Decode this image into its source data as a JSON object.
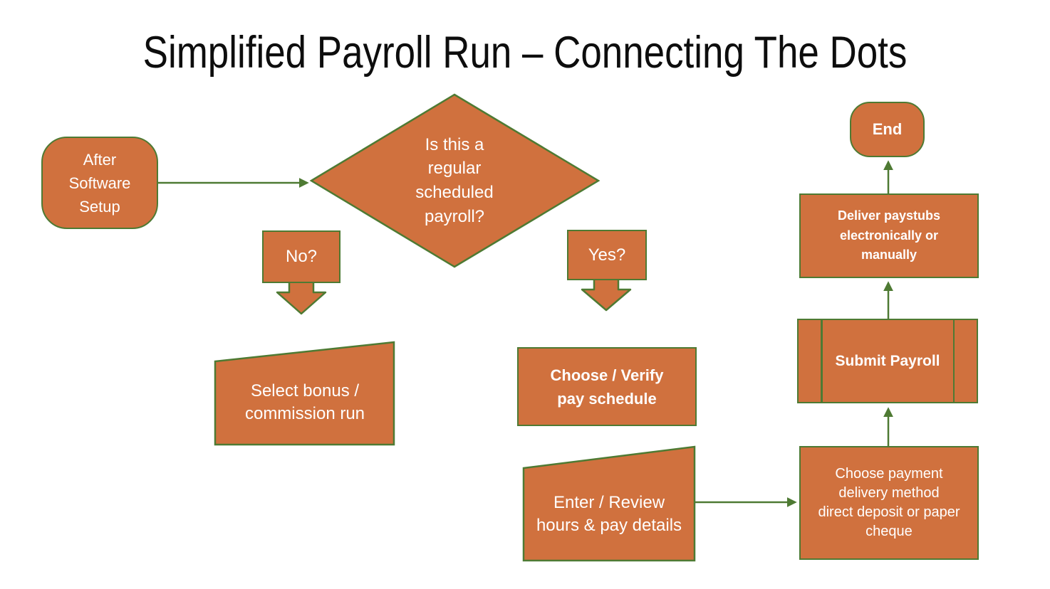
{
  "title": "Simplified Payroll Run – Connecting The Dots",
  "colors": {
    "shape_fill": "#D0713E",
    "shape_border": "#4E7A33",
    "connector": "#4E7A33",
    "node_text": "#FFFFFF",
    "title_text": "#0D0D0D",
    "background": "#FFFFFF"
  },
  "nodes": {
    "start": {
      "type": "terminator",
      "label": "After\nSoftware\nSetup"
    },
    "decision": {
      "type": "decision",
      "label": "Is this a\nregular\nscheduled\npayroll?"
    },
    "no_branch": {
      "type": "callout-down-arrow",
      "label": "No?"
    },
    "yes_branch": {
      "type": "callout-down-arrow",
      "label": "Yes?"
    },
    "select_bonus": {
      "type": "card",
      "label": "Select bonus /\ncommission run"
    },
    "choose_verify": {
      "type": "process",
      "label": "Choose / Verify\npay schedule"
    },
    "enter_review": {
      "type": "card",
      "label": "Enter / Review\nhours & pay details"
    },
    "choose_payment": {
      "type": "process",
      "label": "Choose payment\ndelivery method\ndirect deposit or paper\ncheque"
    },
    "submit_payroll": {
      "type": "predefined-process",
      "label": "Submit Payroll"
    },
    "deliver_paystubs": {
      "type": "process",
      "label": "Deliver paystubs\nelectronically or\nmanually"
    },
    "end": {
      "type": "terminator",
      "label": "End"
    }
  },
  "edges": [
    {
      "from": "start",
      "to": "decision"
    },
    {
      "from": "decision",
      "via": "no_branch",
      "to": "select_bonus"
    },
    {
      "from": "decision",
      "via": "yes_branch",
      "to": "choose_verify"
    },
    {
      "from": "enter_review",
      "to": "choose_payment"
    },
    {
      "from": "choose_payment",
      "to": "submit_payroll"
    },
    {
      "from": "submit_payroll",
      "to": "deliver_paystubs"
    },
    {
      "from": "deliver_paystubs",
      "to": "end"
    }
  ]
}
